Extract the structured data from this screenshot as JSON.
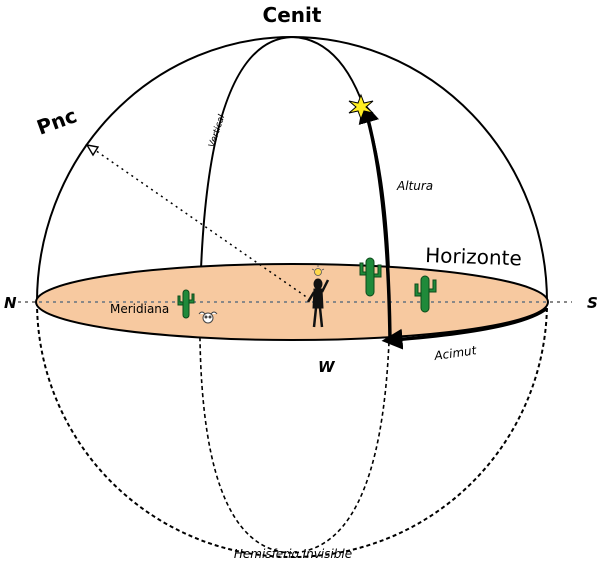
{
  "labels": {
    "zenith": "Cenit",
    "celestial_pole": "Pnc",
    "north": "N",
    "south": "S",
    "west": "W",
    "horizon": "Horizonte",
    "altitude": "Altura",
    "azimuth": "Acimut",
    "vertical": "Vertical",
    "meridian": "Meridiana",
    "invisible_hemisphere": "Hemisferio Invisible"
  },
  "colors": {
    "horizon_fill": "#f7c9a0",
    "cactus": "#1f8a3a",
    "star": "#ffee22",
    "line": "#000000",
    "axis_dots": "#888888"
  },
  "icons": [
    "star-icon",
    "cactus-icon",
    "person-icon",
    "skull-icon",
    "lightbulb-icon"
  ]
}
